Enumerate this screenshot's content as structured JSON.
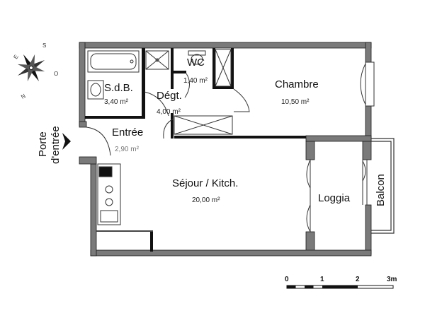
{
  "rooms": {
    "sdb": {
      "name": "S.d.B.",
      "area": "3,40 m²"
    },
    "wc": {
      "name": "WC",
      "area": "1,40 m²"
    },
    "degt": {
      "name": "Dégt.",
      "area": "4,00 m²"
    },
    "chambre": {
      "name": "Chambre",
      "area": "10,50 m²"
    },
    "entree": {
      "name": "Entrée",
      "area": "2,90 m²"
    },
    "sejour": {
      "name": "Séjour / Kitch.",
      "area": "20,00 m²"
    },
    "loggia": {
      "name": "Loggia"
    },
    "balcon": {
      "name": "Balcon"
    }
  },
  "entrance": {
    "line1": "Porte",
    "line2": "d'entrée"
  },
  "scale_bar": {
    "labels": [
      "0",
      "1",
      "2",
      "3m"
    ]
  },
  "compass": {
    "labels": [
      "S",
      "E",
      "N",
      "O"
    ]
  },
  "colors": {
    "wall": "#7a7a7a",
    "wall_outline": "#1a1a1a",
    "line": "#222222"
  }
}
